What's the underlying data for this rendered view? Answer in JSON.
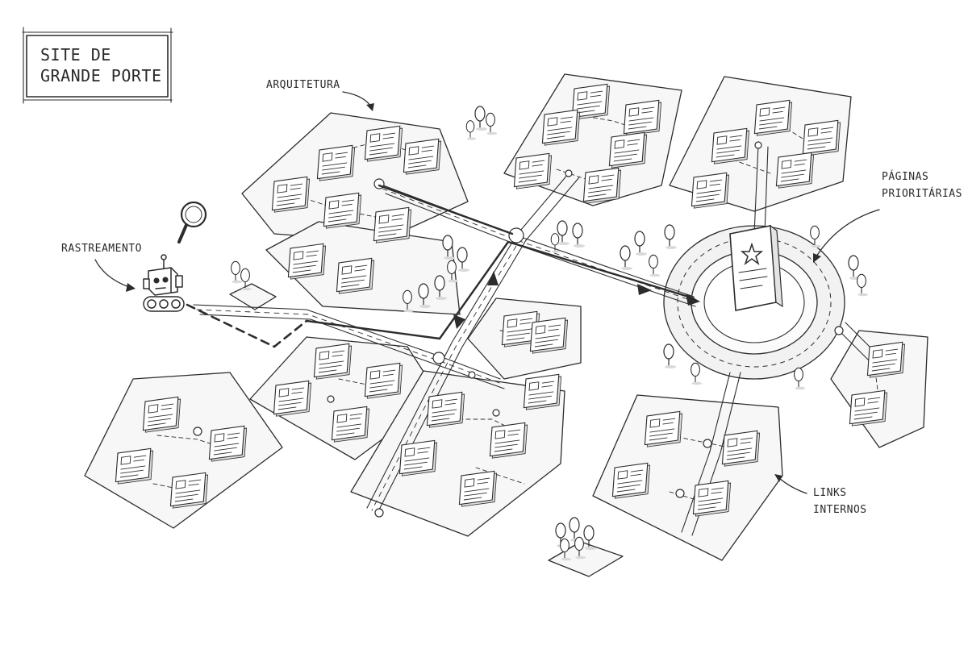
{
  "title": {
    "line1": "SITE DE",
    "line2": "GRANDE PORTE"
  },
  "labels": {
    "architecture": "ARQUITETURA",
    "crawling": "RASTREAMENTO",
    "priority_line1": "PÁGINAS",
    "priority_line2": "PRIORITÁRIAS",
    "links_line1": "LINKS",
    "links_line2": "INTERNOS"
  },
  "icons": [
    "magnifier-icon",
    "robot-crawler-icon",
    "star-icon",
    "tree-icon",
    "page-icon"
  ],
  "colors": {
    "ink": "#2c2c2c",
    "block": "#f7f7f7",
    "road": "#ededed",
    "paper": "#ffffff"
  }
}
